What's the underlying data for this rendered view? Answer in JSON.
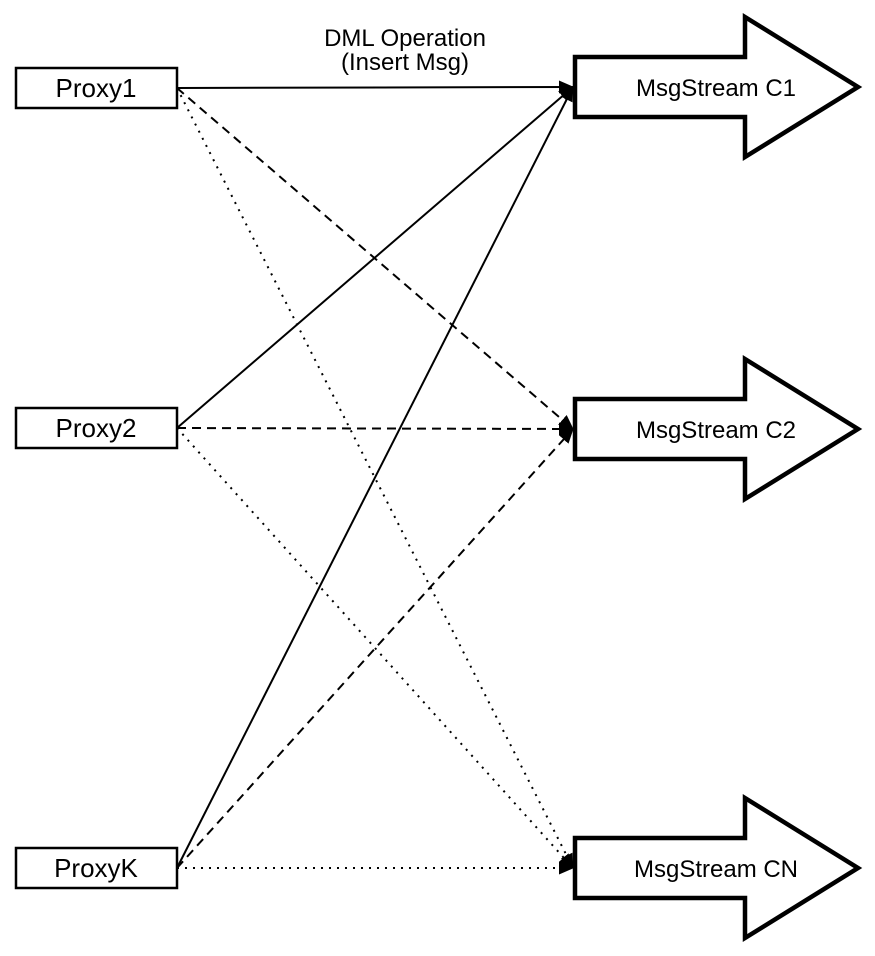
{
  "diagram": {
    "annotation": {
      "line1": "DML Operation",
      "line2": "(Insert Msg)"
    },
    "proxies": [
      {
        "label": "Proxy1"
      },
      {
        "label": "Proxy2"
      },
      {
        "label": "ProxyK"
      }
    ],
    "streams": [
      {
        "label": "MsgStream C1"
      },
      {
        "label": "MsgStream C2"
      },
      {
        "label": "MsgStream CN"
      }
    ],
    "edges": [
      {
        "from": "Proxy1",
        "to": "MsgStream C1",
        "style": "solid"
      },
      {
        "from": "Proxy2",
        "to": "MsgStream C1",
        "style": "solid"
      },
      {
        "from": "ProxyK",
        "to": "MsgStream C1",
        "style": "solid"
      },
      {
        "from": "Proxy1",
        "to": "MsgStream C2",
        "style": "dashed"
      },
      {
        "from": "Proxy2",
        "to": "MsgStream C2",
        "style": "dashed"
      },
      {
        "from": "ProxyK",
        "to": "MsgStream C2",
        "style": "dashed"
      },
      {
        "from": "Proxy1",
        "to": "MsgStream CN",
        "style": "dotted"
      },
      {
        "from": "Proxy2",
        "to": "MsgStream CN",
        "style": "dotted"
      },
      {
        "from": "ProxyK",
        "to": "MsgStream CN",
        "style": "dotted"
      }
    ],
    "colors": {
      "stroke": "#000000",
      "fill": "#ffffff",
      "text": "#000000",
      "background": "#ffffff"
    }
  }
}
